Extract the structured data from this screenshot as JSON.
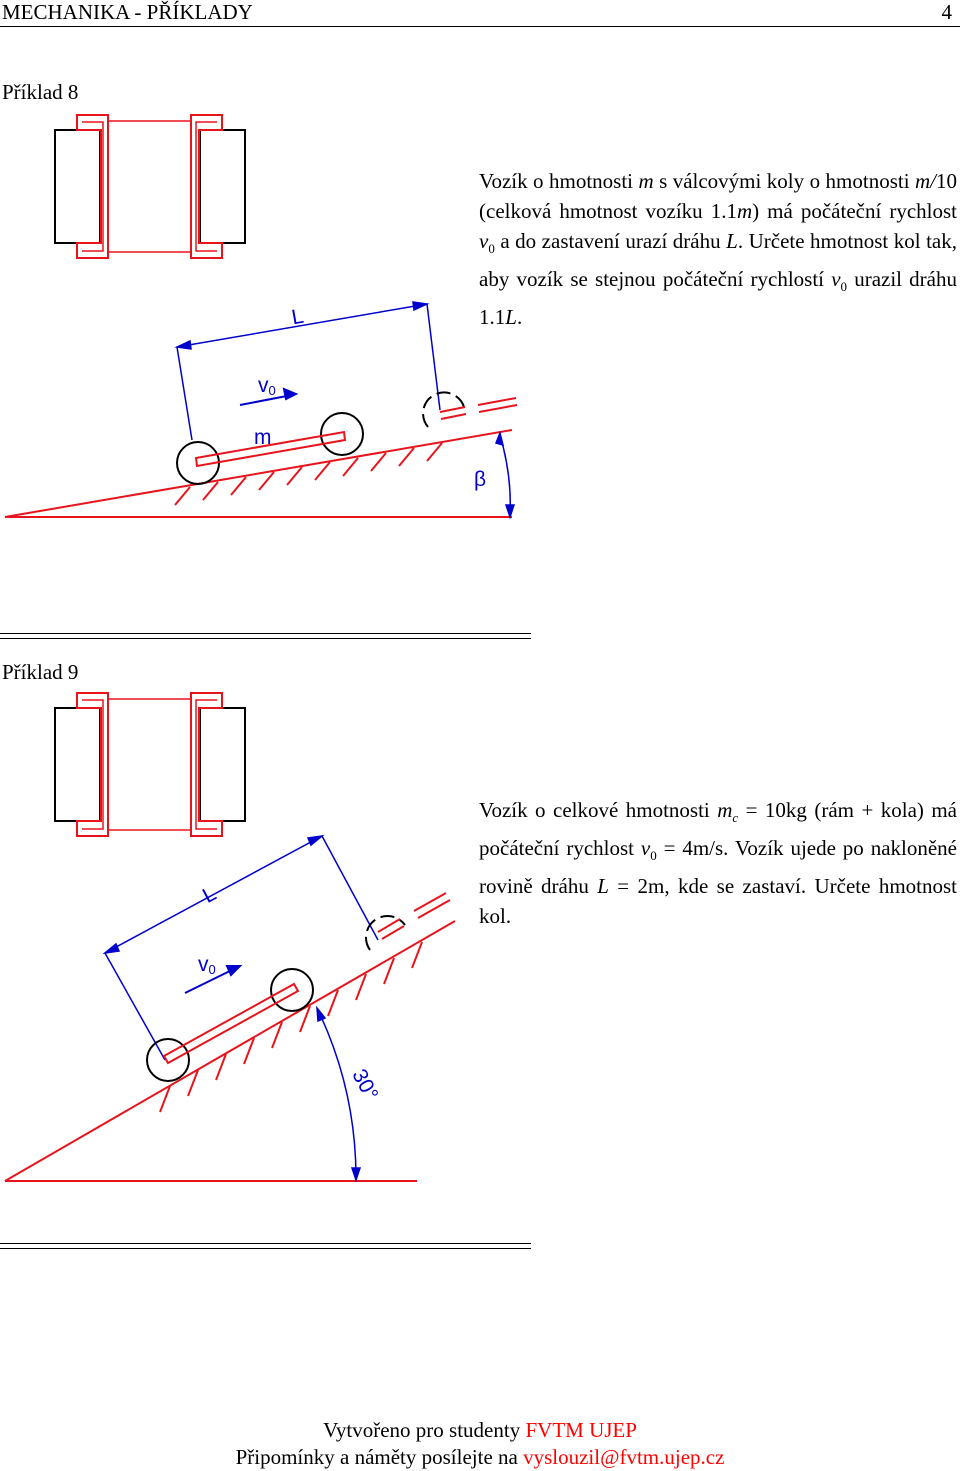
{
  "header": {
    "title": "MECHANIKA - PŘÍKLADY",
    "page_number": "4"
  },
  "example8": {
    "title": "Příklad 8",
    "text_parts": {
      "p1": "Vozík o hmotnosti ",
      "m1": "m",
      "p2": " s válcovými koly o hmotnosti ",
      "m2": "m/",
      "p3": "10 (celková hmotnost vozíku 1.1",
      "m3": "m",
      "p4": ") má počáteční rychlost ",
      "v": "v",
      "sub": "0",
      "p5": " a do zastavení urazí dráhu ",
      "L1": "L",
      "p6": ". Určete hmotnost kol tak, aby vozík se stejnou počáteční rychlostí ",
      "v2": "v",
      "sub2": "0",
      "p7": " urazil dráhu 1.1",
      "L2": "L",
      "p8": "."
    },
    "figure": {
      "label_L": "L",
      "label_v0": "v",
      "label_v0_sub": "0",
      "label_m": "m",
      "label_angle": "β"
    }
  },
  "example9": {
    "title": "Příklad 9",
    "text_parts": {
      "p1": "Vozík o celkové hmotnosti ",
      "mc": "m",
      "mc_sub": "c",
      "p2": " = 10kg (rám + kola) má počáteční rychlost ",
      "v": "v",
      "v_sub": "0",
      "p3": " = 4m/s. Vozík ujede po nakloněné rovině dráhu ",
      "L": "L",
      "p4": " = 2m, kde se zastaví. Určete hmotnost kol."
    },
    "figure": {
      "label_L": "L",
      "label_v0": "v",
      "label_v0_sub": "0",
      "label_angle": "30°"
    }
  },
  "footer": {
    "line1_prefix": "Vytvořeno pro studenty ",
    "line1_highlight": "FVTM UJEP",
    "line2_prefix": "Připomínky a náměty posílejte na ",
    "line2_email": "vyslouzil@fvtm.ujep.cz"
  },
  "colors": {
    "diagram_red": "#e8141c",
    "arrow_blue": "#0000cc",
    "footer_accent": "#ff0000"
  }
}
